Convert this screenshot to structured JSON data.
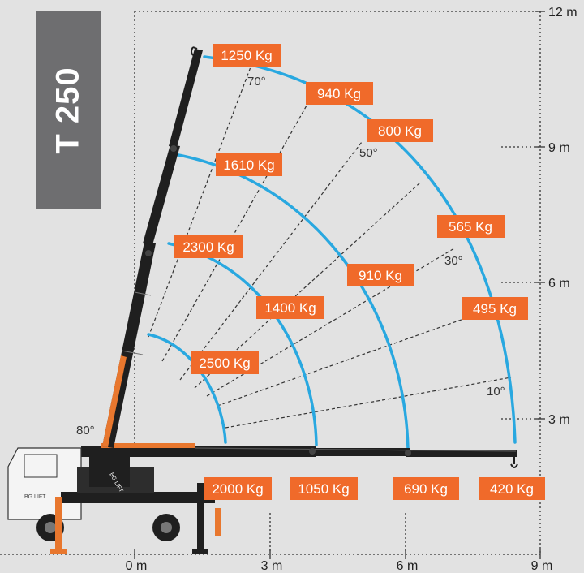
{
  "model": "T 250",
  "axes": {
    "x_ticks": [
      "0 m",
      "3 m",
      "6 m",
      "9 m"
    ],
    "y_ticks": [
      "3 m",
      "6 m",
      "9 m",
      "12 m"
    ]
  },
  "angles": [
    "80°",
    "70°",
    "50°",
    "30°",
    "10°"
  ],
  "load_labels": {
    "arc_outer": [
      "1250 Kg",
      "940 Kg",
      "800 Kg",
      "565 Kg",
      "495 Kg"
    ],
    "arc_middle": [
      "1610 Kg",
      "910 Kg"
    ],
    "arc_inner": [
      "2300 Kg",
      "1400 Kg"
    ],
    "arc_innermost": [
      "2500 Kg"
    ],
    "ground": [
      "2000 Kg",
      "1050 Kg",
      "690 Kg",
      "420 Kg"
    ]
  },
  "truck_logo": "BG LIFT",
  "boom_logo": "BG LIFT",
  "colors": {
    "background": "#e2e2e2",
    "label_fill": "#f06a2a",
    "arc": "#29a8e0",
    "boom": "#1f1f1f",
    "accent": "#e8772e",
    "model_box": "#6e6e70"
  }
}
